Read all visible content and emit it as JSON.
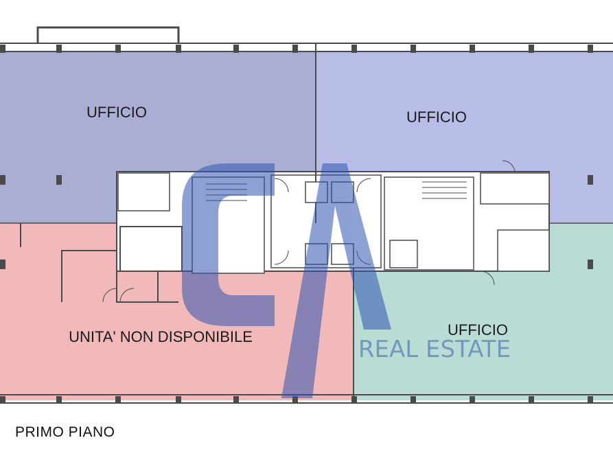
{
  "plan": {
    "rooms": [
      {
        "id": "nw",
        "label": "UFFICIO",
        "color": "#a9aed2"
      },
      {
        "id": "ne",
        "label": "UFFICIO",
        "color": "#b7bde6"
      },
      {
        "id": "sw",
        "label": "UNITA' NON DISPONIBILE",
        "color": "#f1b9b9"
      },
      {
        "id": "se",
        "label": "UFFICIO",
        "color": "#b9ddd5"
      }
    ],
    "floor_label": "PRIMO PIANO",
    "watermark": {
      "text": "REAL ESTATE",
      "color": "#2f54b0"
    },
    "wall_color": "#4a4a4a"
  }
}
